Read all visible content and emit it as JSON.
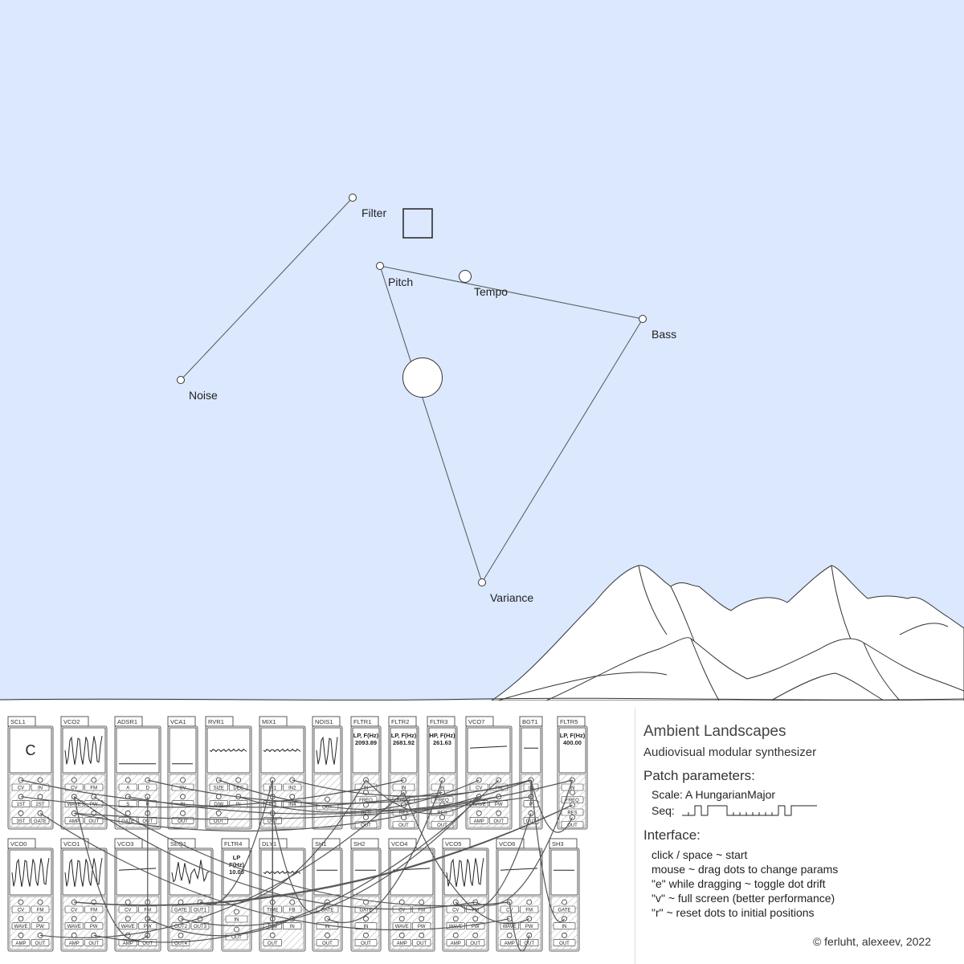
{
  "app": {
    "title": "Ambient Landscapes",
    "subtitle": "Audiovisual modular synthesizer",
    "copyright": "© ferluht, alexeev, 2022"
  },
  "patch": {
    "heading": "Patch parameters:",
    "scale": "Scale: A HungarianMajor",
    "seq_label": "Seq:",
    "seq": [
      0,
      0,
      1,
      0,
      1,
      1,
      1,
      0,
      0,
      0,
      0,
      0,
      0,
      0,
      0,
      1,
      0,
      1,
      1,
      1,
      1
    ]
  },
  "interface": {
    "heading": "Interface:",
    "lines": [
      "click / space ~ start",
      "mouse ~ drag dots to change params",
      "\"e\" while dragging ~ toggle dot drift",
      "\"v\" ~ full screen (better performance)",
      "\"r\" ~ reset dots to initial positions"
    ]
  },
  "colors": {
    "sky": "#dbe8fe",
    "ink": "#333333"
  },
  "controls": {
    "dots": [
      {
        "label": "Filter"
      },
      {
        "label": "Noise"
      },
      {
        "label": "Pitch"
      },
      {
        "label": "Tempo"
      },
      {
        "label": "Bass"
      },
      {
        "label": "Variance"
      }
    ]
  },
  "modules": {
    "row1": [
      {
        "name": "SCL1",
        "display": "C",
        "jacks": [
          "CV",
          "IN",
          "1ST",
          "2ST",
          "3ST",
          "GATE"
        ]
      },
      {
        "name": "VCO2",
        "display": "",
        "jacks": [
          "CV",
          "FM",
          "WAVE",
          "PW",
          "AMP",
          "OUT"
        ]
      },
      {
        "name": "ADSR1",
        "display": "",
        "jacks": [
          "A",
          "D",
          "S",
          "R",
          "GATE",
          "OUT"
        ]
      },
      {
        "name": "VCA1",
        "display": "",
        "jacks": [
          "CV",
          "IN",
          "OUT"
        ]
      },
      {
        "name": "RVR1",
        "display": "",
        "jacks": [
          "SIZE",
          "DEC",
          "D/W",
          "IN",
          "OUT"
        ]
      },
      {
        "name": "MIX1",
        "display": "",
        "jacks": [
          "IN1",
          "IN2",
          "IN3",
          "IN4",
          "OUT"
        ]
      },
      {
        "name": "NOIS1",
        "display": "",
        "jacks": [
          "OUT"
        ]
      },
      {
        "name": "FLTR1",
        "display": "LP, F(Hz)\n2093.89",
        "jacks": [
          "IN",
          "FREQ",
          "RES",
          "OUT"
        ]
      },
      {
        "name": "FLTR2",
        "display": "LP, F(Hz)\n2681.92",
        "jacks": [
          "IN",
          "FREQ",
          "RES",
          "OUT"
        ]
      },
      {
        "name": "FLTR3",
        "display": "HP, F(Hz)\n261.63",
        "jacks": [
          "IN",
          "FREQ",
          "RES",
          "OUT"
        ]
      },
      {
        "name": "VCO7",
        "display": "",
        "jacks": [
          "CV",
          "FM",
          "WAVE",
          "PW",
          "AMP",
          "OUT"
        ]
      },
      {
        "name": "BGT1",
        "display": "",
        "jacks": [
          "IN",
          "P",
          "OUT"
        ]
      },
      {
        "name": "FLTR5",
        "display": "LP, F(Hz)\n400.00",
        "jacks": [
          "IN",
          "FREQ",
          "RES",
          "OUT"
        ]
      }
    ],
    "row2": [
      {
        "name": "VCO0",
        "display": "",
        "jacks": [
          "CV",
          "FM",
          "WAVE",
          "PW",
          "AMP",
          "OUT"
        ]
      },
      {
        "name": "VCO1",
        "display": "",
        "jacks": [
          "CV",
          "FM",
          "WAVE",
          "PW",
          "AMP",
          "OUT"
        ]
      },
      {
        "name": "VCO3",
        "display": "",
        "jacks": [
          "CV",
          "FM",
          "WAVE",
          "PW",
          "AMP",
          "OUT"
        ]
      },
      {
        "name": "SEQ1",
        "display": "",
        "jacks": [
          "GATE",
          "OUT1",
          "OUT2",
          "OUT3",
          "OUT4"
        ]
      },
      {
        "name": "FLTR4",
        "display": "LP\nF(Hz)\n10.00",
        "jacks": [
          "IN",
          "OUT"
        ]
      },
      {
        "name": "DLY1",
        "display": "",
        "jacks": [
          "TIME",
          "FB",
          "D/W",
          "IN",
          "OUT"
        ]
      },
      {
        "name": "SH1",
        "display": "",
        "jacks": [
          "GATE",
          "IN",
          "OUT"
        ]
      },
      {
        "name": "SH2",
        "display": "",
        "jacks": [
          "GATE",
          "IN",
          "OUT"
        ]
      },
      {
        "name": "VCO4",
        "display": "",
        "jacks": [
          "CV",
          "FM",
          "WAVE",
          "PW",
          "AMP",
          "OUT"
        ]
      },
      {
        "name": "VCO5",
        "display": "",
        "jacks": [
          "CV",
          "FM",
          "WAVE",
          "PW",
          "AMP",
          "OUT"
        ]
      },
      {
        "name": "VCO6",
        "display": "",
        "jacks": [
          "CV",
          "FM",
          "WAVE",
          "PW",
          "AMP",
          "OUT"
        ]
      },
      {
        "name": "SH3",
        "display": "",
        "jacks": [
          "GATE",
          "IN",
          "OUT"
        ]
      }
    ]
  }
}
